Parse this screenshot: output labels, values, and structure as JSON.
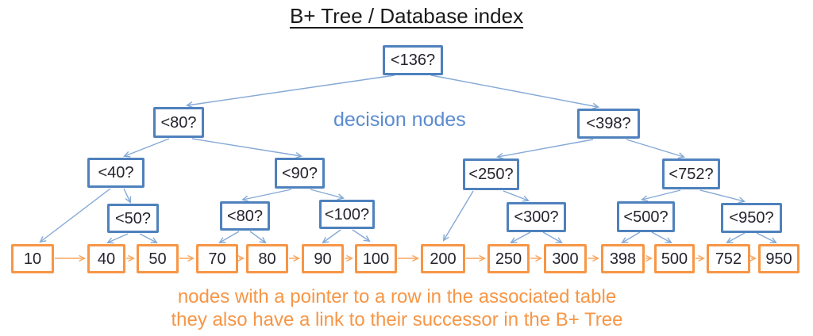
{
  "title": "B+ Tree / Database index",
  "labels": {
    "decision_nodes_label": "decision nodes",
    "caption_line1": "nodes with a pointer to a row in the associated table",
    "caption_line2": "they also have a link to their successor in the B+ Tree"
  },
  "colors": {
    "decision_node_border": "#4f81bd",
    "decision_edge_line": "#85a9d6",
    "decision_label_text": "#5b8bd0",
    "leaf_node_border": "#f79646",
    "leaf_chain_line": "#f9a55c",
    "caption_text": "#f79646",
    "node_text": "#24242e",
    "title_text": "#1a1a1a"
  },
  "tree": {
    "decision_nodes": [
      "<136?",
      "<80?",
      "<398?",
      "<40?",
      "<90?",
      "<250?",
      "<752?",
      "<50?",
      "<80?",
      "<100?",
      "<300?",
      "<500?",
      "<950?"
    ],
    "leaf_nodes": [
      "10",
      "40",
      "50",
      "70",
      "80",
      "90",
      "100",
      "200",
      "250",
      "300",
      "398",
      "500",
      "752",
      "950"
    ]
  }
}
